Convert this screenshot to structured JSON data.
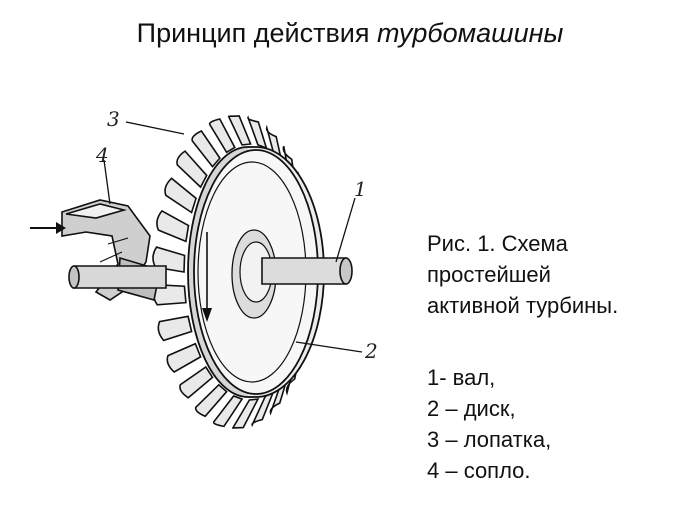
{
  "title": {
    "plain": "Принцип действия ",
    "italic": "турбомашины"
  },
  "caption": {
    "lines": [
      "Рис. 1. Схема",
      "простейшей",
      "активной турбины."
    ]
  },
  "legend": {
    "items": [
      "1- вал,",
      "2 – диск,",
      "3 – лопатка,",
      "4 – сопло."
    ]
  },
  "callouts": {
    "shaft": "1",
    "disk": "2",
    "blade": "3",
    "nozzle": "4"
  }
}
